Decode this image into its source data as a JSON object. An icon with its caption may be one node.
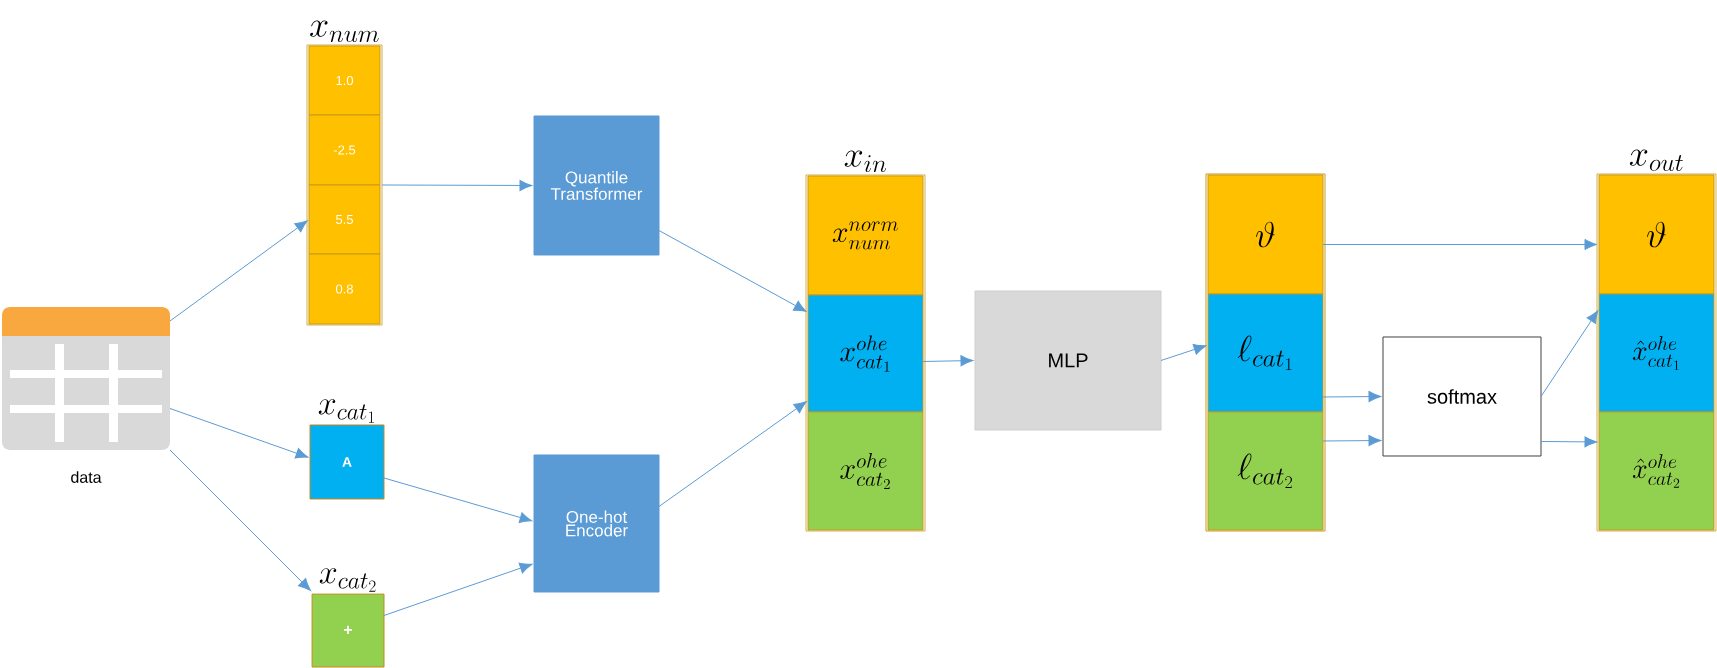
{
  "diagram": {
    "nodes": [
      {
        "text": [
          "data"
        ]
      },
      {
        "text": [
          "x_{num}"
        ]
      },
      {
        "text": [
          "1.0"
        ],
        "in": 1
      },
      {
        "text": [
          "-2.5"
        ],
        "in": 1
      },
      {
        "text": [
          "5.5"
        ],
        "in": 1
      },
      {
        "text": [
          "0.8"
        ],
        "in": 1
      },
      {
        "text": [
          "x_{cat_1}",
          "A"
        ]
      },
      {
        "text": [
          "x_{cat_2}",
          "+"
        ]
      },
      {
        "text": [
          "Quantile Transformer"
        ]
      },
      {
        "text": [
          "One-hot Encoder"
        ]
      },
      {
        "text": [
          "x_{in}"
        ]
      },
      {
        "text": [
          "x^{norm}_{num}"
        ],
        "in": 10
      },
      {
        "text": [
          "x^{ohe}_{cat_1}"
        ],
        "in": 10
      },
      {
        "text": [
          "x^{ohe}_{cat_2}"
        ],
        "in": 10
      },
      {
        "text": [
          "MLP"
        ]
      },
      {
        "text": [],
        "shape": "box"
      },
      {
        "text": [
          "\\vartheta"
        ],
        "in": 15
      },
      {
        "text": [
          "\\ell_{cat_1}"
        ],
        "in": 15
      },
      {
        "text": [
          "\\ell_{cat_2}"
        ],
        "in": 15
      },
      {
        "text": [
          "softmax"
        ]
      },
      {
        "text": [
          "x_{out}"
        ]
      },
      {
        "text": [
          "\\vartheta"
        ],
        "in": 20
      },
      {
        "text": [
          "\\hat{x}^{ohe}_{cat_1}"
        ],
        "in": 20
      },
      {
        "text": [
          "\\hat{x}^{ohe}_{cat_2}"
        ],
        "in": 20
      }
    ],
    "edges": [
      {
        "from": 0,
        "to": 4,
        "arrow": "to"
      },
      {
        "from": 0,
        "to": 6,
        "arrow": "to"
      },
      {
        "from": 0,
        "to": 7,
        "arrow": "to"
      },
      {
        "from": 1,
        "to": 8,
        "arrow": "to"
      },
      {
        "from": 6,
        "to": 9,
        "arrow": "to"
      },
      {
        "from": 7,
        "to": 9,
        "arrow": "to"
      },
      {
        "from": 8,
        "to": 12,
        "arrow": "to"
      },
      {
        "from": 9,
        "to": 12,
        "arrow": "to"
      },
      {
        "from": 12,
        "to": 14,
        "arrow": "to"
      },
      {
        "from": 14,
        "to": 17,
        "arrow": "to"
      },
      {
        "from": 16,
        "to": 21,
        "arrow": "to"
      },
      {
        "from": 17,
        "to": 19,
        "arrow": "to"
      },
      {
        "from": 18,
        "to": 19,
        "arrow": "to"
      },
      {
        "from": 19,
        "to": 22,
        "arrow": "to"
      },
      {
        "from": 19,
        "to": 23,
        "arrow": "to"
      }
    ]
  }
}
